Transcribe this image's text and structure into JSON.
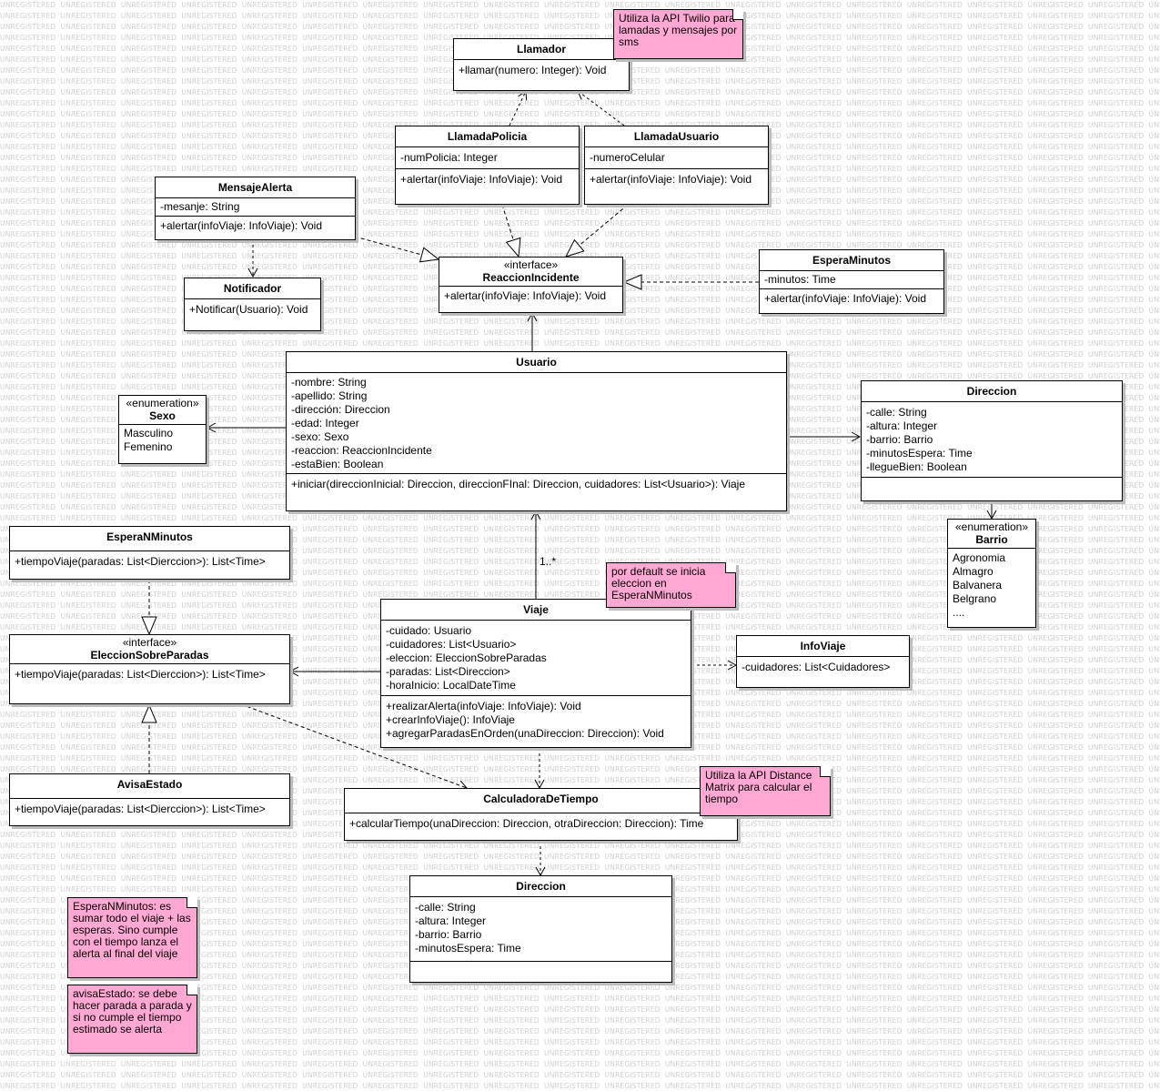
{
  "watermark": "UNREGISTERED",
  "classes": {
    "llamador": {
      "name": "Llamador",
      "methods": [
        "+llamar(numero: Integer): Void"
      ]
    },
    "llamada_policia": {
      "name": "LlamadaPolicia",
      "attributes": [
        "-numPolicia: Integer"
      ],
      "methods": [
        "+alertar(infoViaje: InfoViaje): Void"
      ]
    },
    "llamada_usuario": {
      "name": "LlamadaUsuario",
      "attributes": [
        "-numeroCelular"
      ],
      "methods": [
        "+alertar(infoViaje: InfoViaje): Void"
      ]
    },
    "mensaje_alerta": {
      "name": "MensajeAlerta",
      "attributes": [
        "-mesanje: String"
      ],
      "methods": [
        "+alertar(infoViaje: InfoViaje): Void"
      ]
    },
    "notificador": {
      "name": "Notificador",
      "methods": [
        "+Notificar(Usuario): Void"
      ]
    },
    "reaccion_incidente": {
      "stereotype": "«interface»",
      "name": "ReaccionIncidente",
      "methods": [
        "+alertar(infoViaje: InfoViaje): Void"
      ]
    },
    "espera_minutos": {
      "name": "EsperaMinutos",
      "attributes": [
        "-minutos: Time"
      ],
      "methods": [
        "+alertar(infoViaje: InfoViaje): Void"
      ]
    },
    "usuario": {
      "name": "Usuario",
      "attributes": [
        "-nombre: String",
        "-apellido: String",
        "-dirección: Direccion",
        "-edad: Integer",
        "-sexo: Sexo",
        "-reaccion: ReaccionIncidente",
        "-estaBien: Boolean"
      ],
      "methods": [
        "+iniciar(direccionInicial: Direccion, direccionFInal: Direccion, cuidadores: List<Usuario>): Viaje"
      ]
    },
    "sexo": {
      "stereotype": "«enumeration»",
      "name": "Sexo",
      "values": [
        "Masculino",
        "Femenino"
      ]
    },
    "direccion_top": {
      "name": "Direccion",
      "attributes": [
        "-calle: String",
        "-altura: Integer",
        "-barrio: Barrio",
        "-minutosEspera: Time",
        "-llegueBien: Boolean"
      ]
    },
    "barrio": {
      "stereotype": "«enumeration»",
      "name": "Barrio",
      "values": [
        "Agronomia",
        "Almagro",
        "Balvanera",
        "Belgrano",
        "...."
      ]
    },
    "espera_n_minutos": {
      "name": "EsperaNMinutos",
      "methods": [
        "+tiempoViaje(paradas: List<Dierccion>): List<Time>"
      ]
    },
    "eleccion_sobre_paradas": {
      "stereotype": "«interface»",
      "name": "EleccionSobreParadas",
      "methods": [
        "+tiempoViaje(paradas: List<Dierccion>): List<Time>"
      ]
    },
    "avisa_estado": {
      "name": "AvisaEstado",
      "methods": [
        "+tiempoViaje(paradas: List<Dierccion>): List<Time>"
      ]
    },
    "viaje": {
      "name": "Viaje",
      "attributes": [
        "-cuidado: Usuario",
        "-cuidadores: List<Usuario>",
        "-eleccion: EleccionSobreParadas",
        "-paradas: List<Direccion>",
        "-horaInicio: LocalDateTime"
      ],
      "methods": [
        "+realizarAlerta(infoViaje: InfoViaje): Void",
        "+crearInfoViaje(): InfoViaje",
        "+agregarParadasEnOrden(unaDireccion: Direccion): Void"
      ]
    },
    "info_viaje": {
      "name": "InfoViaje",
      "attributes": [
        "-cuidadores: List<Cuidadores>"
      ]
    },
    "calculadora": {
      "name": "CalculadoraDeTiempo",
      "methods": [
        "+calcularTiempo(unaDireccion: Direccion, otraDireccion: Direccion): Time"
      ]
    },
    "direccion_bottom": {
      "name": "Direccion",
      "attributes": [
        "-calle: String",
        "-altura: Integer",
        "-barrio: Barrio",
        "-minutosEspera: Time"
      ]
    }
  },
  "notes": {
    "twilio": "Utiliza la API Twilio para lamadas y mensajes por sms",
    "default": "por default se inicia eleccion en EsperaNMinutos",
    "distance": "Utiliza la API Distance Matrix para calcular el tiempo",
    "espera": "EsperaNMinutos: es sumar todo el viaje + las esperas. Sino cumple con el tiempo lanza el alerta al final del viaje",
    "avisa": "avisaEstado: se debe hacer parada a parada y si no cumple el tiempo estimado se alerta"
  },
  "multiplicity": "1..*"
}
